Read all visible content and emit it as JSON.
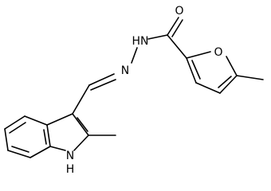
{
  "colors": {
    "background": "#ffffff",
    "bond": "#000000",
    "text": "#000000"
  },
  "atom_labels": {
    "carbonyl_oxygen": "O",
    "hydrazide_nh": "HN",
    "hydrazone_n": "N",
    "furan_oxygen": "O",
    "indole_nh": "H",
    "indole_n": "N"
  }
}
